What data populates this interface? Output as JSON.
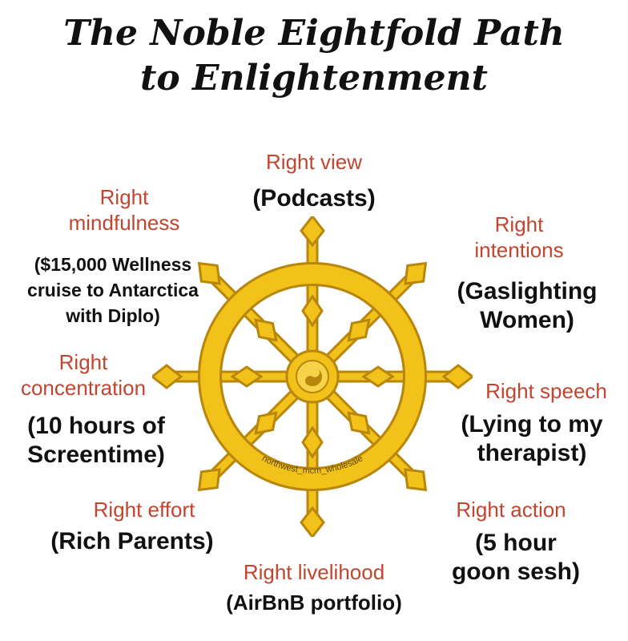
{
  "title": {
    "line1": "The Noble Eightfold Path",
    "line2": "to Enlightenment"
  },
  "items": {
    "view": {
      "label": "Right view",
      "desc": "(Podcasts)"
    },
    "mindfulness": {
      "label": [
        "Right",
        "mindfulness"
      ],
      "desc": [
        "($15,000 Wellness",
        "cruise to Antarctica",
        "with Diplo)"
      ]
    },
    "intentions": {
      "label": [
        "Right",
        "intentions"
      ],
      "desc": [
        "(Gaslighting",
        "Women)"
      ]
    },
    "concentration": {
      "label": [
        "Right",
        "concentration"
      ],
      "desc": [
        "(10 hours of",
        "Screentime)"
      ]
    },
    "speech": {
      "label": "Right speech",
      "desc": [
        "(Lying to my",
        "therapist)"
      ]
    },
    "effort": {
      "label": "Right effort",
      "desc": "(Rich Parents)"
    },
    "action": {
      "label": "Right action",
      "desc": [
        "(5 hour",
        "goon sesh)"
      ]
    },
    "livelihood": {
      "label": "Right livelihood",
      "desc": "(AirBnB portfolio)"
    }
  },
  "watermark": "northwest_mcm_wholesale",
  "colors": {
    "label": "#c2452f",
    "wheel": "#f2c21a",
    "wheel_outline": "#b8860b"
  }
}
